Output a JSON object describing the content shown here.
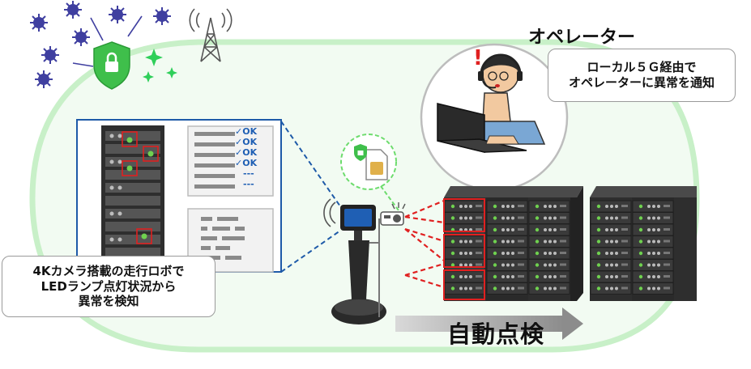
{
  "operator": {
    "title": "オペレーター",
    "callout_lines": [
      "ローカル５Ｇ経由で",
      "オペレーターに異常を通知"
    ]
  },
  "robot": {
    "callout_lines": [
      "4Kカメラ搭載の走行ロボで",
      "LEDランプ点灯状況から",
      "異常を検知"
    ]
  },
  "inspection": {
    "label": "自動点検"
  },
  "checklist": {
    "ok_items": [
      "✓OK",
      "✓OK",
      "✓OK",
      "✓OK"
    ],
    "pending_items": [
      "---",
      "---"
    ]
  },
  "colors": {
    "zone_fill": "#f2fbf2",
    "zone_border": "#c8f0c8",
    "shield": "#3fbf4b",
    "alert_red": "#e02020",
    "link_blue": "#1e5aa8",
    "server_dark": "#2e2e2e",
    "led_green": "#6fd14f"
  },
  "icons": [
    "virus-icon",
    "shield-lock-icon",
    "antenna-tower-icon",
    "operator-headset-icon",
    "laptop-icon",
    "sim-card-icon",
    "camera-icon",
    "robot-icon",
    "server-rack-icon",
    "arrow-right-icon",
    "exclamation-icon",
    "checkmark-icon"
  ]
}
